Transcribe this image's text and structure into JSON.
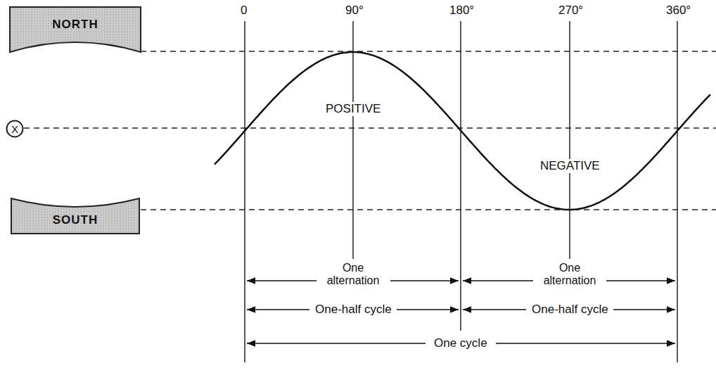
{
  "diagram": {
    "nodes": [
      {
        "text": [
          "NORTH"
        ]
      },
      {
        "text": [
          "X"
        ]
      },
      {
        "text": [
          "SOUTH"
        ]
      }
    ],
    "labels": [
      "0",
      "90°",
      "180°",
      "270°",
      "360°",
      "POSITIVE",
      "NEGATIVE",
      "One alternation",
      "One alternation",
      "One-half cycle",
      "One-half cycle",
      "One cycle"
    ]
  }
}
